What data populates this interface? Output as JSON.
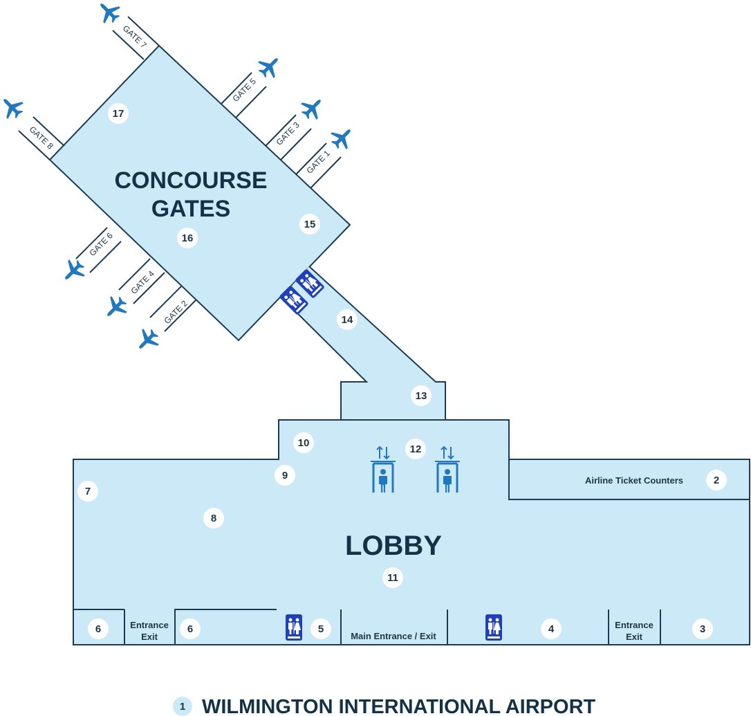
{
  "map": {
    "concourse_title_line1": "CONCOURSE",
    "concourse_title_line2": "GATES",
    "lobby_title": "LOBBY",
    "airline_ticket_counters": "Airline Ticket Counters",
    "main_entrance_exit": "Main Entrance / Exit",
    "entrance_exit_west_line1": "Entrance",
    "entrance_exit_west_line2": "Exit",
    "entrance_exit_east_line1": "Entrance",
    "entrance_exit_east_line2": "Exit",
    "restroom_sign_text": "RESTROOM",
    "family_restroom_sign_text": "FAMILY RESTROOM"
  },
  "gates": {
    "gate1": "GATE 1",
    "gate2": "GATE 2",
    "gate3": "GATE 3",
    "gate4": "GATE 4",
    "gate5": "GATE 5",
    "gate6": "GATE 6",
    "gate7": "GATE 7",
    "gate8": "GATE 8"
  },
  "markers": {
    "m2": "2",
    "m3": "3",
    "m4": "4",
    "m5": "5",
    "m6a": "6",
    "m6b": "6",
    "m7": "7",
    "m8": "8",
    "m9": "9",
    "m10": "10",
    "m11": "11",
    "m12": "12",
    "m13": "13",
    "m14": "14",
    "m15": "15",
    "m16": "16",
    "m17": "17"
  },
  "footer": {
    "marker": "1",
    "title": "WILMINGTON INTERNATIONAL AIRPORT"
  },
  "colors": {
    "floor_fill": "#cce9f8",
    "wall_stroke": "#1b3b55",
    "plane_blue": "#2278bf",
    "sign_blue": "#1f40b8",
    "text_dark": "#143247",
    "marker_fill": "#ffffff",
    "footer_marker_fill": "#cce9f8"
  },
  "icons": {
    "plane": "airplane-icon",
    "screening": "security-screening-icon",
    "restroom": "restroom-icon",
    "family_restroom": "family-restroom-icon"
  }
}
